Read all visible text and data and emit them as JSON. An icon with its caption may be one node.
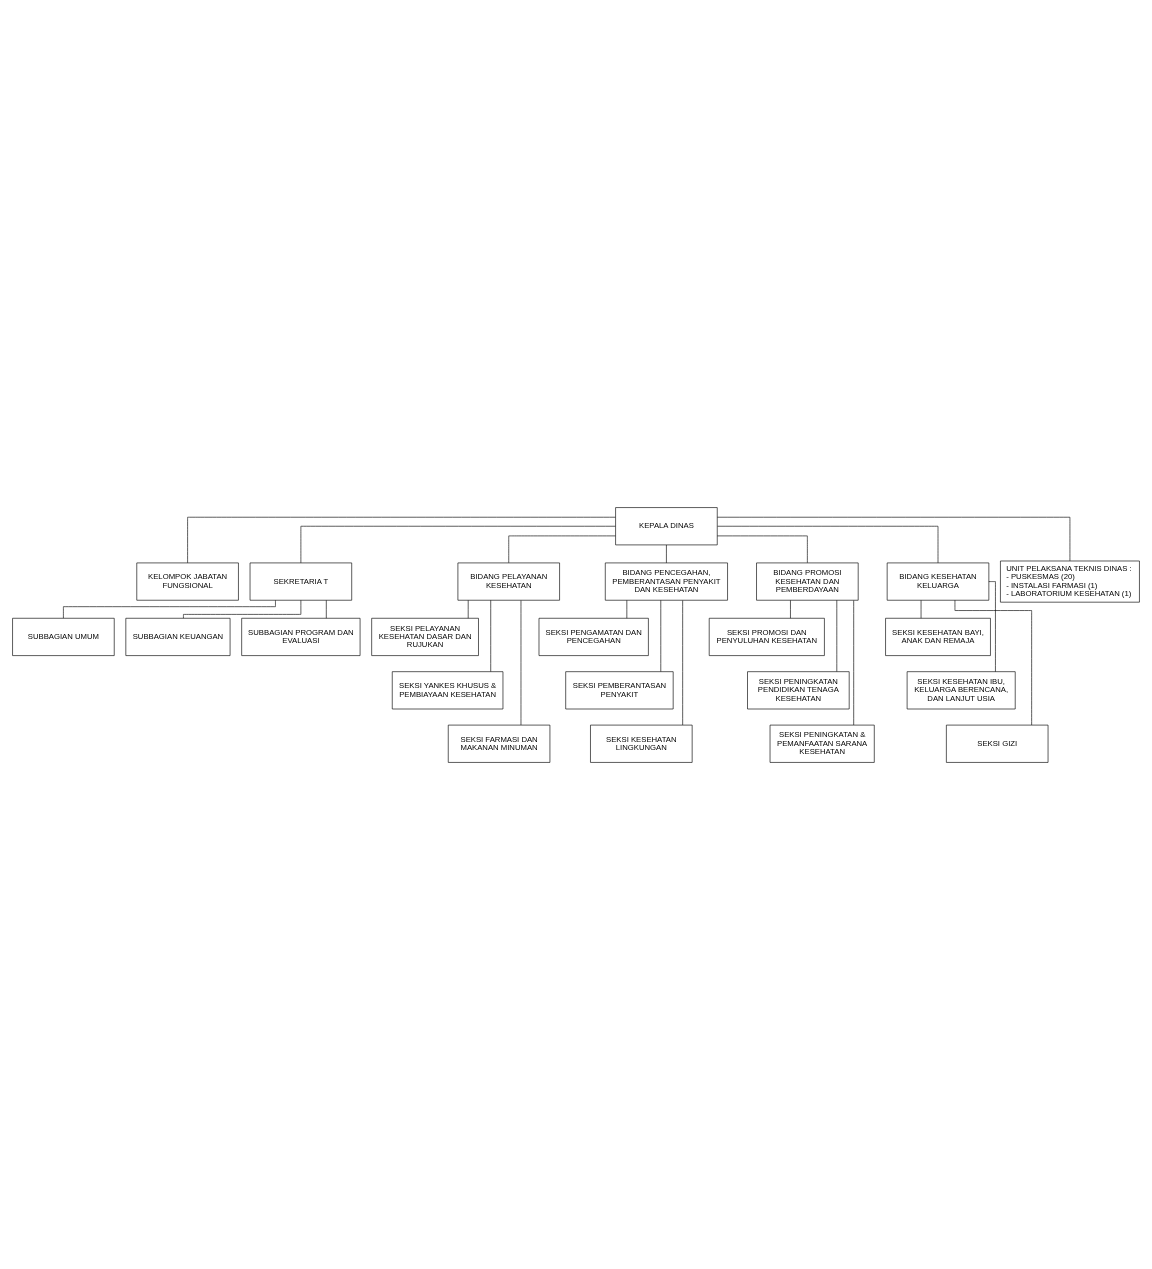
{
  "diagram": {
    "nodes": [
      {
        "text": [
          "KEPALA DINAS"
        ]
      },
      {
        "text": [
          "KELOMPOK JABATAN FUNGSIONAL"
        ]
      },
      {
        "text": [
          "SEKRETARIA T"
        ]
      },
      {
        "text": [
          "SUBBAGIAN UMUM"
        ]
      },
      {
        "text": [
          "SUBBAGIAN KEUANGAN"
        ]
      },
      {
        "text": [
          "SUBBAGIAN PROGRAM DAN EVALUASI"
        ]
      },
      {
        "text": [
          "BIDANG PELAYANAN KESEHATAN"
        ]
      },
      {
        "text": [
          "BIDANG PENCEGAHAN, PEMBERANTASAN PENYAKIT DAN KESEHATAN"
        ]
      },
      {
        "text": [
          "BIDANG PROMOSI KESEHATAN DAN PEMBERDAYAAN"
        ]
      },
      {
        "text": [
          "BIDANG KESEHATAN KELUARGA"
        ]
      },
      {
        "text": [
          "SEKSI PELAYANAN KESEHATAN DASAR DAN RUJUKAN"
        ]
      },
      {
        "text": [
          "SEKSI YANKES KHUSUS & PEMBIAYAAN KESEHATAN"
        ]
      },
      {
        "text": [
          "SEKSI FARMASI DAN MAKANAN MINUMAN"
        ]
      },
      {
        "text": [
          "SEKSI PENGAMATAN DAN PENCEGAHAN"
        ]
      },
      {
        "text": [
          "SEKSI PEMBERANTASAN PENYAKIT"
        ]
      },
      {
        "text": [
          "SEKSI KESEHATAN LINGKUNGAN"
        ]
      },
      {
        "text": [
          "SEKSI PROMOSI DAN PENYULUHAN KESEHATAN"
        ]
      },
      {
        "text": [
          "SEKSI PENINGKATAN PENDIDIKAN TENAGA KESEHATAN"
        ]
      },
      {
        "text": [
          "SEKSI PENINGKATAN & PEMANFAATAN SARANA KESEHATAN"
        ]
      },
      {
        "text": [
          "SEKSI KESEHATAN BAYI, ANAK DAN REMAJA"
        ]
      },
      {
        "text": [
          "SEKSI KESEHATAN IBU, KELUARGA BERENCANA, DAN LANJUT USIA"
        ]
      },
      {
        "text": [
          "SEKSI GIZI"
        ]
      },
      {
        "text": [
          "UNIT PELAKSANA TEKNIS DINAS :",
          "- PUSKESMAS (20)",
          "- INSTALASI FARMASI (1)",
          "- LABORATORIUM KESEHATAN (1)"
        ]
      }
    ],
    "edges": [
      {
        "from": 0,
        "to": 1,
        "arrow": "none"
      },
      {
        "from": 0,
        "to": 2,
        "arrow": "none"
      },
      {
        "from": 2,
        "to": 3,
        "arrow": "none"
      },
      {
        "from": 2,
        "to": 4,
        "arrow": "none"
      },
      {
        "from": 2,
        "to": 5,
        "arrow": "none"
      },
      {
        "from": 0,
        "to": 6,
        "arrow": "none"
      },
      {
        "from": 0,
        "to": 7,
        "arrow": "none"
      },
      {
        "from": 0,
        "to": 8,
        "arrow": "none"
      },
      {
        "from": 0,
        "to": 9,
        "arrow": "none"
      },
      {
        "from": 6,
        "to": 10,
        "arrow": "none"
      },
      {
        "from": 6,
        "to": 11,
        "arrow": "none"
      },
      {
        "from": 6,
        "to": 12,
        "arrow": "none"
      },
      {
        "from": 7,
        "to": 13,
        "arrow": "none"
      },
      {
        "from": 7,
        "to": 14,
        "arrow": "none"
      },
      {
        "from": 7,
        "to": 15,
        "arrow": "none"
      },
      {
        "from": 8,
        "to": 16,
        "arrow": "none"
      },
      {
        "from": 8,
        "to": 17,
        "arrow": "none"
      },
      {
        "from": 8,
        "to": 18,
        "arrow": "none"
      },
      {
        "from": 9,
        "to": 19,
        "arrow": "none"
      },
      {
        "from": 9,
        "to": 20,
        "arrow": "none"
      },
      {
        "from": 9,
        "to": 21,
        "arrow": "none"
      },
      {
        "from": 0,
        "to": 22,
        "arrow": "none"
      }
    ]
  }
}
